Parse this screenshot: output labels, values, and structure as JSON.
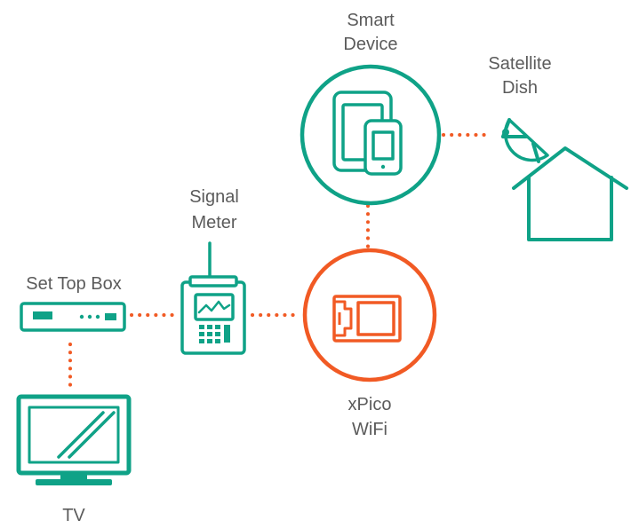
{
  "colors": {
    "teal": "#0fa287",
    "orange": "#f15a24",
    "text": "#5b5b5b",
    "background": "#ffffff"
  },
  "nodes": {
    "smart_device": {
      "label_line1": "Smart",
      "label_line2": "Device",
      "icon": "tablet-phone-icon"
    },
    "satellite_dish": {
      "label_line1": "Satellite",
      "label_line2": "Dish",
      "icon": "satellite-dish-house-icon"
    },
    "signal_meter": {
      "label_line1": "Signal",
      "label_line2": "Meter",
      "icon": "signal-meter-icon"
    },
    "set_top_box": {
      "label": "Set Top Box",
      "icon": "set-top-box-icon"
    },
    "xpico": {
      "label_line1": "xPico",
      "label_line2": "WiFi",
      "icon": "wifi-module-icon"
    },
    "tv": {
      "label": "TV",
      "icon": "tv-icon"
    }
  },
  "connections": [
    [
      "smart_device",
      "satellite_dish"
    ],
    [
      "smart_device",
      "xpico"
    ],
    [
      "xpico",
      "signal_meter"
    ],
    [
      "signal_meter",
      "set_top_box"
    ],
    [
      "set_top_box",
      "tv"
    ]
  ]
}
